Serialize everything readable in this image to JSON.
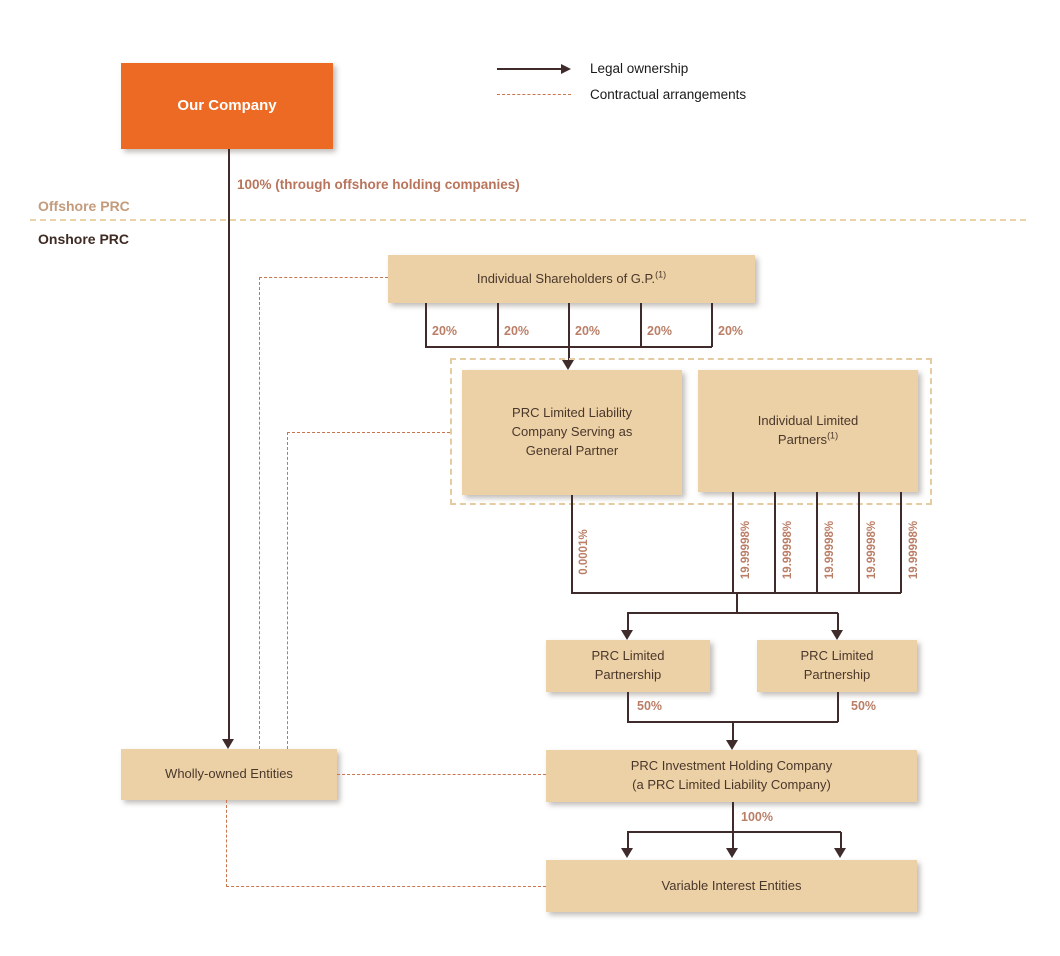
{
  "legend": {
    "legal": "Legal ownership",
    "contractual": "Contractual arrangements"
  },
  "regions": {
    "offshore": "Offshore PRC",
    "onshore": "Onshore PRC"
  },
  "nodes": {
    "our_company": "Our Company",
    "shareholders": {
      "text": "Individual Shareholders of G.P.",
      "sup": "(1)"
    },
    "gp": "PRC Limited Liability Company Serving as General Partner",
    "ilp": {
      "text": "Individual Limited Partners",
      "sup": "(1)"
    },
    "lp_left": "PRC Limited Partnership",
    "lp_right": "PRC Limited Partnership",
    "ihc": "PRC Investment Holding Company\n(a PRC Limited Liability Company)",
    "woe": "Wholly-owned Entities",
    "vie": "Variable Interest Entities"
  },
  "labels": {
    "offshore_pct": "100% (through offshore holding companies)",
    "sh_pct": [
      "20%",
      "20%",
      "20%",
      "20%",
      "20%"
    ],
    "gp_pct": "0.0001%",
    "ilp_pct": [
      "19.99998%",
      "19.99998%",
      "19.99998%",
      "19.99998%",
      "19.99998%"
    ],
    "lp_left_pct": "50%",
    "lp_right_pct": "50%",
    "ihc_pct": "100%"
  },
  "colors": {
    "orange": "#ED6A24",
    "box_tan": "#ECD1A6",
    "box_text": "#4A372B",
    "line": "#3F2B2B",
    "contract": "#C9764E",
    "divider": "#EBD3A8",
    "container_border": "#E4CBA1",
    "pct": "#BA7E66",
    "offshore_pct": "#B9745C",
    "offshore_label": "#C49B7B",
    "onshore_label": "#3F2B23",
    "legend_text": "#1A1A1A"
  }
}
